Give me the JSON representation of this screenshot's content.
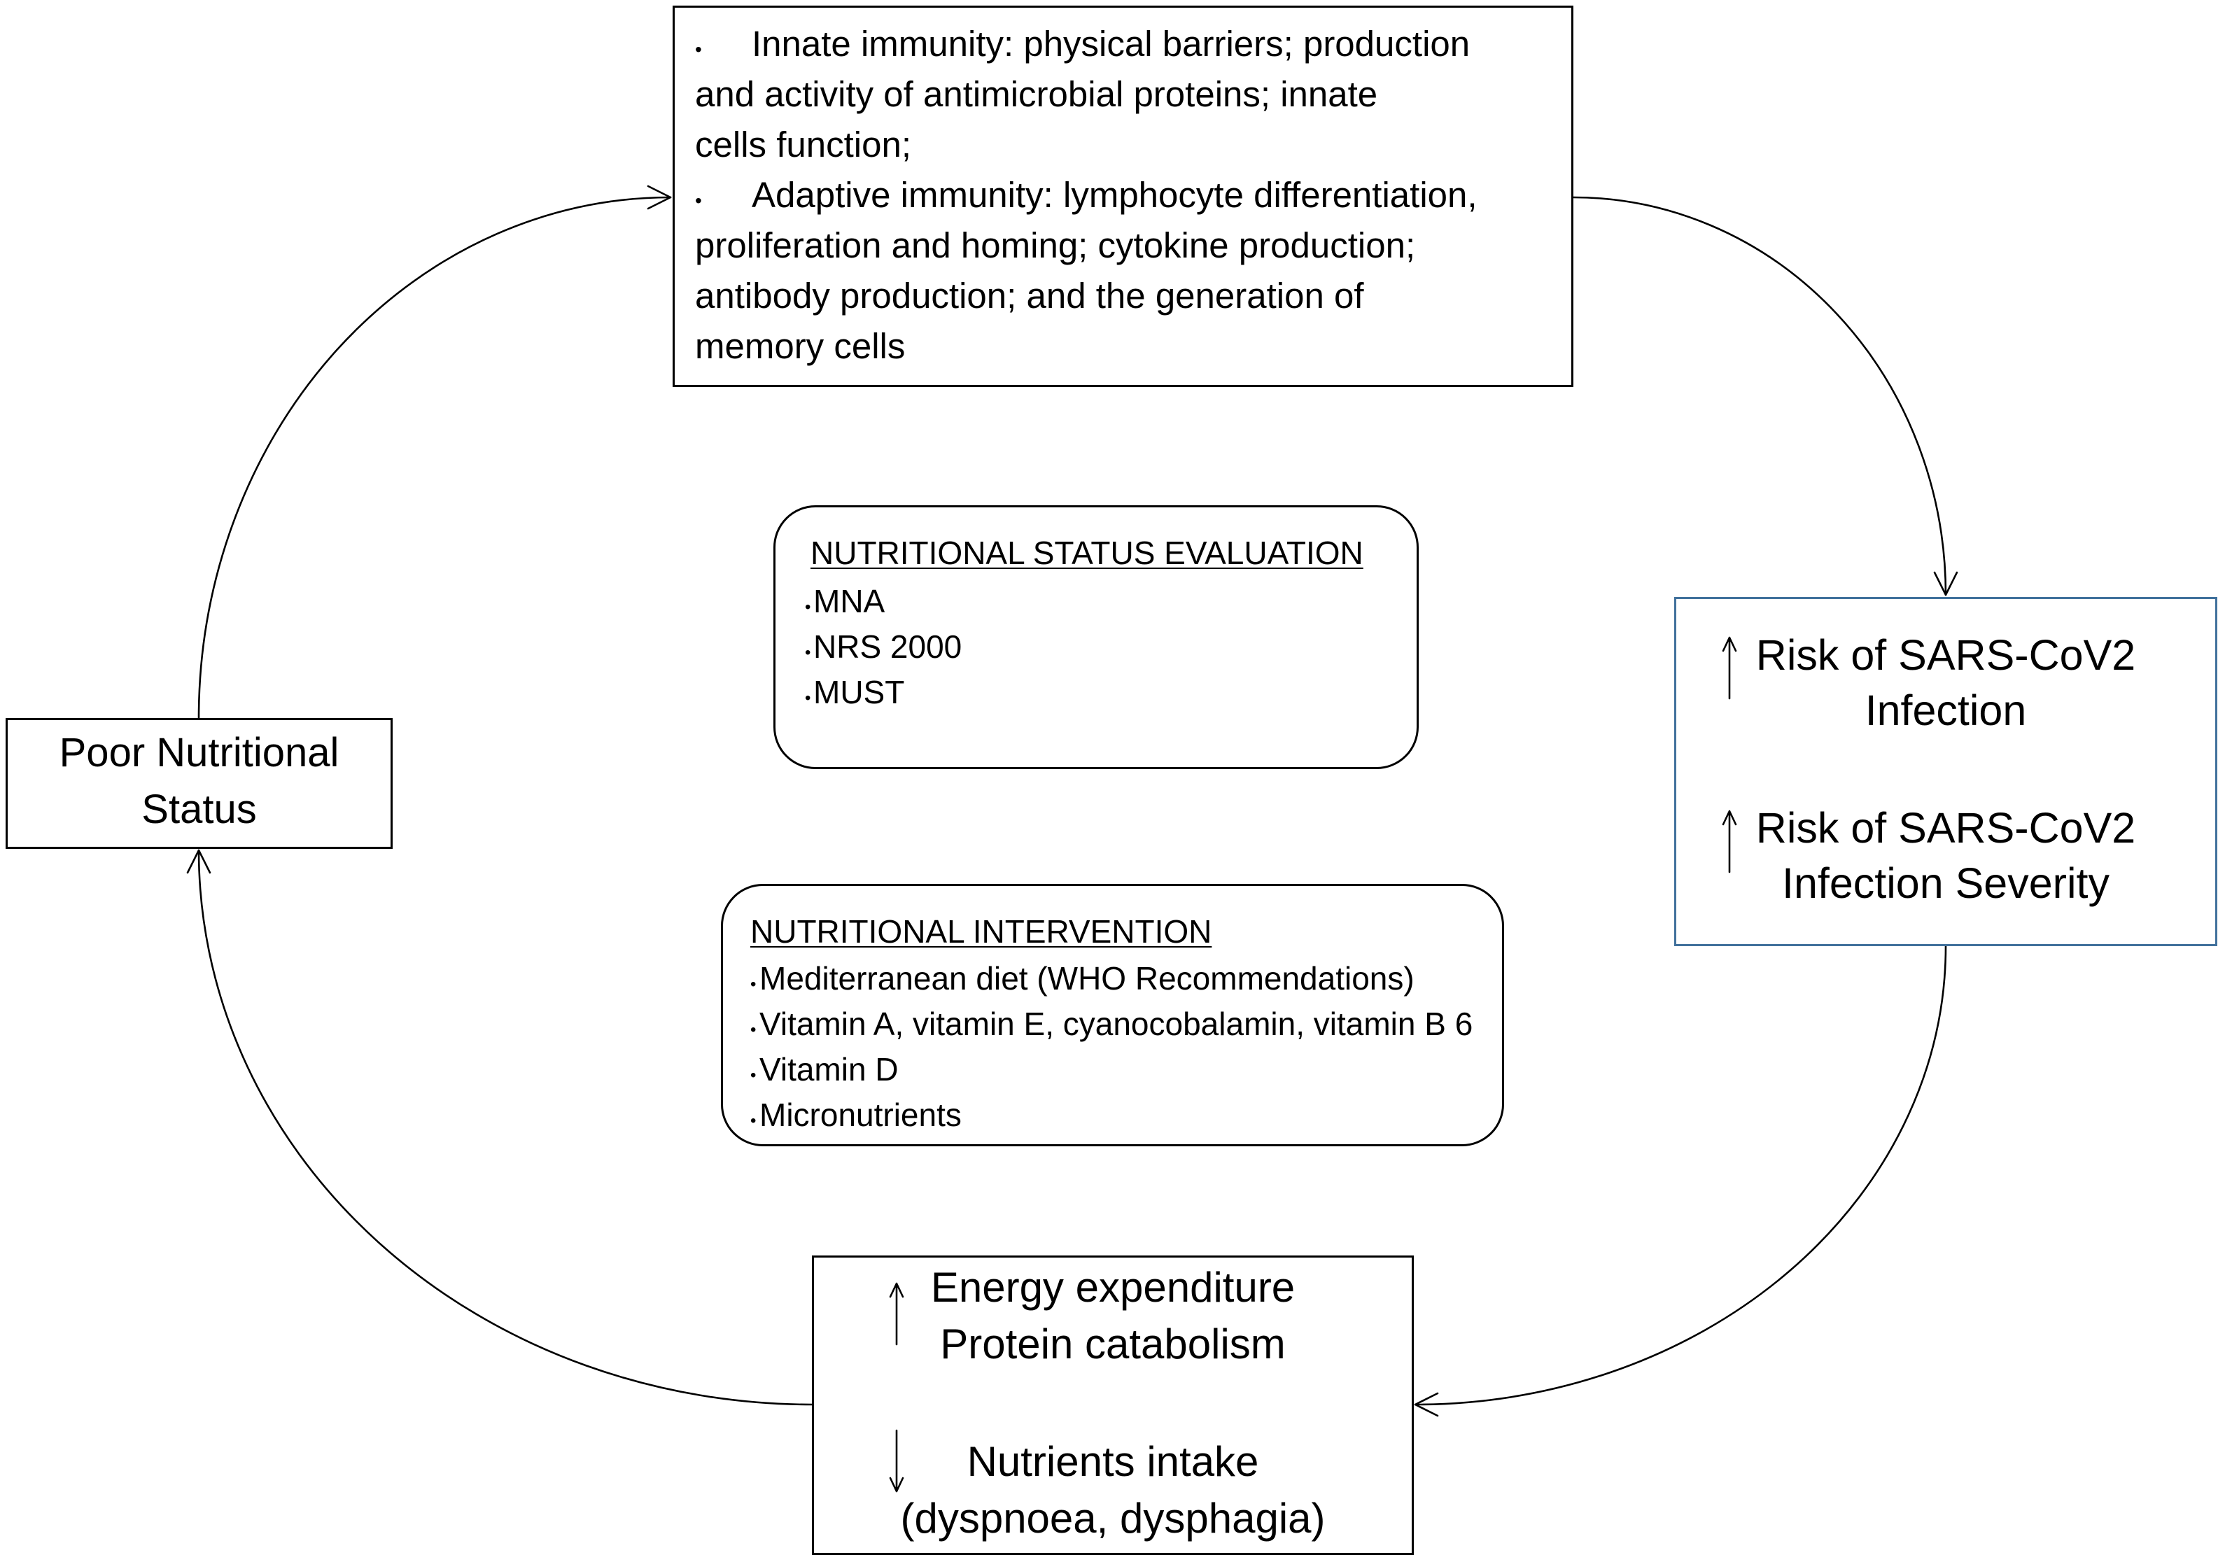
{
  "immunity_box": {
    "bullet": "•",
    "items": [
      {
        "lines": [
          "Innate immunity: physical barriers; production",
          "and activity of antimicrobial proteins; innate",
          "cells function;"
        ]
      },
      {
        "lines": [
          "Adaptive immunity: lymphocyte differentiation,",
          "proliferation and homing; cytokine production;",
          "antibody production; and the generation of",
          "memory cells"
        ]
      }
    ]
  },
  "risk_box": {
    "groups": [
      {
        "indicator": "up-arrow",
        "lines": [
          "Risk of SARS-CoV2",
          "Infection"
        ]
      },
      {
        "indicator": "up-arrow",
        "lines": [
          "Risk of SARS-CoV2",
          "Infection Severity"
        ]
      }
    ]
  },
  "poor_status_box": {
    "lines": [
      "Poor Nutritional",
      "Status"
    ]
  },
  "metabolism_box": {
    "groups": [
      {
        "indicator": "up-arrow",
        "lines": [
          "Energy expenditure",
          "Protein catabolism"
        ]
      },
      {
        "indicator": "down-arrow",
        "lines": [
          "Nutrients intake",
          "(dyspnoea, dysphagia)"
        ]
      }
    ]
  },
  "evaluation_box": {
    "title": "NUTRITIONAL STATUS EVALUATION",
    "bullet": "•",
    "items": [
      "MNA",
      "NRS 2000",
      "MUST"
    ]
  },
  "intervention_box": {
    "title": "NUTRITIONAL INTERVENTION",
    "bullet": "•",
    "items": [
      "Mediterranean diet (WHO Recommendations)",
      "Vitamin A, vitamin E, cyanocobalamin, vitamin B 6",
      "Vitamin D",
      "Micronutrients"
    ]
  },
  "colors": {
    "background": "#ffffff",
    "text": "#000000",
    "line": "#000000",
    "box_border": "#000000",
    "risk_box_border": "#41719c"
  }
}
